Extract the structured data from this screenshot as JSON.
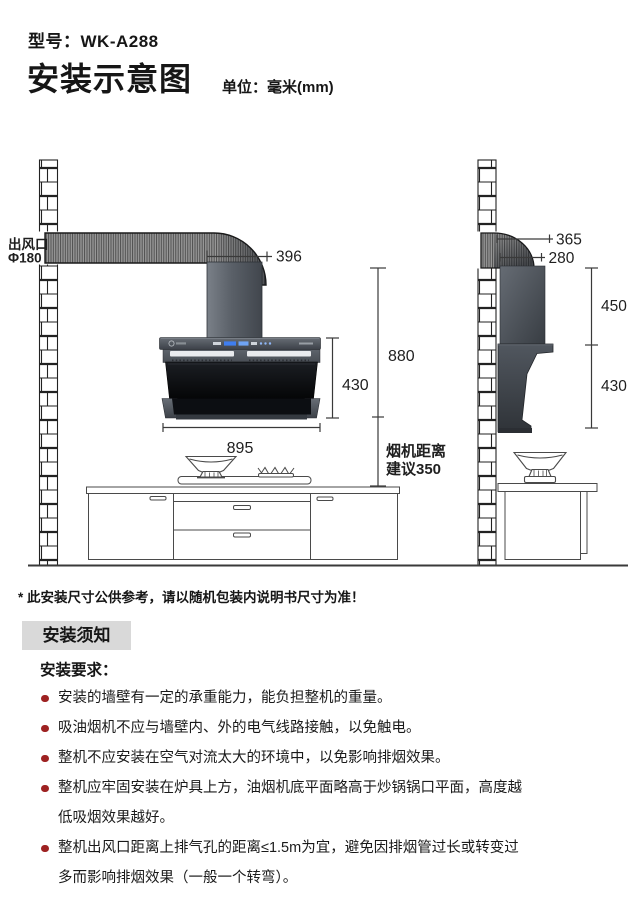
{
  "header": {
    "model_label": "型号：WK-A288",
    "title": "安装示意图",
    "unit_label": "单位：毫米(mm)"
  },
  "diagram": {
    "front_view": {
      "outlet_label_line1": "出风口",
      "outlet_label_line2": "Φ180",
      "dim_duct_width": "396",
      "dim_hood_height": "430",
      "dim_install_height": "880",
      "dim_hood_width": "895",
      "distance_note_line1": "烟机距离",
      "distance_note_line2": "建议350"
    },
    "side_view": {
      "dim_top_depth": "365",
      "dim_duct_depth": "280",
      "dim_chimney_height": "450",
      "dim_body_height": "430"
    },
    "icons": {
      "wall": "brick-wall-column",
      "duct": "hatched-exhaust-duct",
      "hood_logo": "brand-logo-mark",
      "control_panel": "blue-led-display",
      "wok": "wok-on-burner",
      "burner": "gas-burner-grate"
    },
    "colors": {
      "dim_line": "#3a3a3a",
      "hood_dark": "#3f444b",
      "hood_glass": "#0b0d10",
      "led_blue": "#3f7ef0",
      "bullet": "#9e2222",
      "notice_box_bg": "#d9d9d9"
    }
  },
  "footnote": "* 此安装尺寸公供参考，请以随机包装内说明书尺寸为准！",
  "notice": {
    "section_title": "安装须知",
    "subtitle": "安装要求：",
    "items": [
      "安装的墙壁有一定的承重能力，能负担整机的重量。",
      "吸油烟机不应与墙壁内、外的电气线路接触，以免触电。",
      "整机不应安装在空气对流太大的环境中，以免影响排烟效果。",
      "整机应牢固安装在炉具上方，油烟机底平面略高于炒锅锅口平面，高度越低吸烟效果越好。",
      "整机出风口距离上排气孔的距离≤1.5m为宜，避免因排烟管过长或转变过多而影响排烟效果（一般一个转弯）。"
    ]
  }
}
